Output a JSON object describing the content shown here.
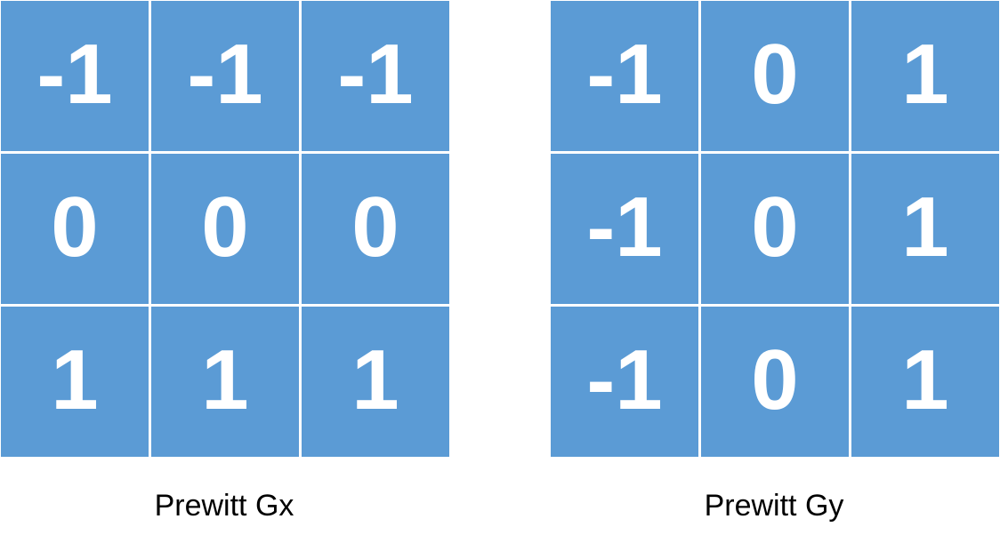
{
  "colors": {
    "cell_fill": "#5b9bd5",
    "cell_text": "#ffffff",
    "grid_line": "#ffffff",
    "caption_text": "#000000"
  },
  "kernels": [
    {
      "caption": "Prewitt Gx",
      "cells": [
        [
          "-1",
          "-1",
          "-1"
        ],
        [
          "0",
          "0",
          "0"
        ],
        [
          "1",
          "1",
          "1"
        ]
      ]
    },
    {
      "caption": "Prewitt Gy",
      "cells": [
        [
          "-1",
          "0",
          "1"
        ],
        [
          "-1",
          "0",
          "1"
        ],
        [
          "-1",
          "0",
          "1"
        ]
      ]
    }
  ]
}
